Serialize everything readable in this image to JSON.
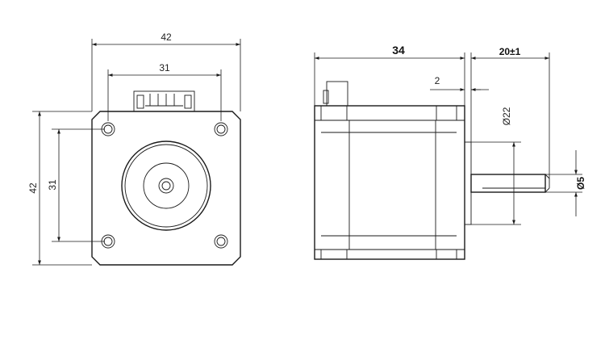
{
  "front_view": {
    "width_label": "42",
    "hole_spacing_h_label": "31",
    "height_label": "42",
    "hole_spacing_v_label": "31"
  },
  "side_view": {
    "body_length_label": "34",
    "shaft_length_label": "20±1",
    "boss_height_label": "2",
    "boss_diameter_label": "Ø22",
    "shaft_diameter_label": "Ø5"
  },
  "colors": {
    "line": "#1a1a1a",
    "background": "#ffffff"
  }
}
